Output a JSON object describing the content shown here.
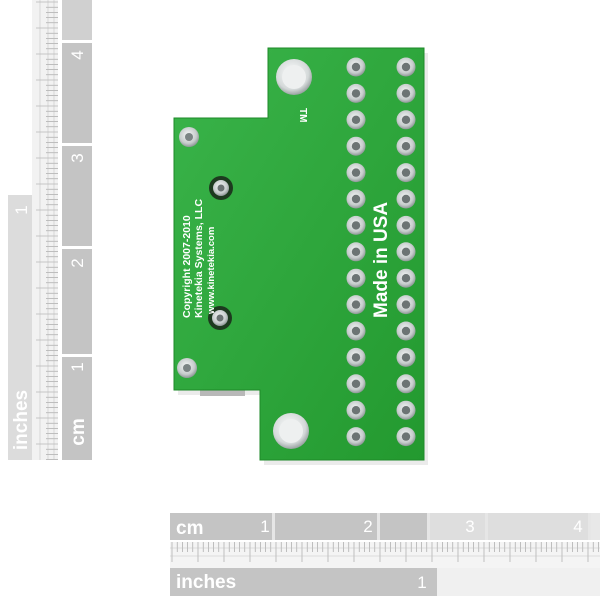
{
  "rulers": {
    "vertical_cm": {
      "unit": "cm",
      "numbers": [
        "1",
        "2",
        "3",
        "4"
      ]
    },
    "vertical_inches": {
      "unit": "inches",
      "numbers": [
        "1"
      ]
    },
    "horizontal_cm": {
      "unit": "cm",
      "numbers": [
        "1",
        "2",
        "3",
        "4"
      ]
    },
    "horizontal_inches": {
      "unit": "inches",
      "numbers": [
        "1"
      ]
    }
  },
  "board": {
    "trademark": "TM",
    "made_in": "Made in USA",
    "copyright_line": "Copyright 2007-2010",
    "company_line": "Kinetekia Systems, LLC",
    "url_line": "www.kinetekia.com",
    "colors": {
      "pcb_green": "#2eaa3a",
      "pad_silver": "#c9cfcf",
      "silkscreen": "#ffffff"
    },
    "header_columns": 2,
    "pins_per_column": 15
  }
}
